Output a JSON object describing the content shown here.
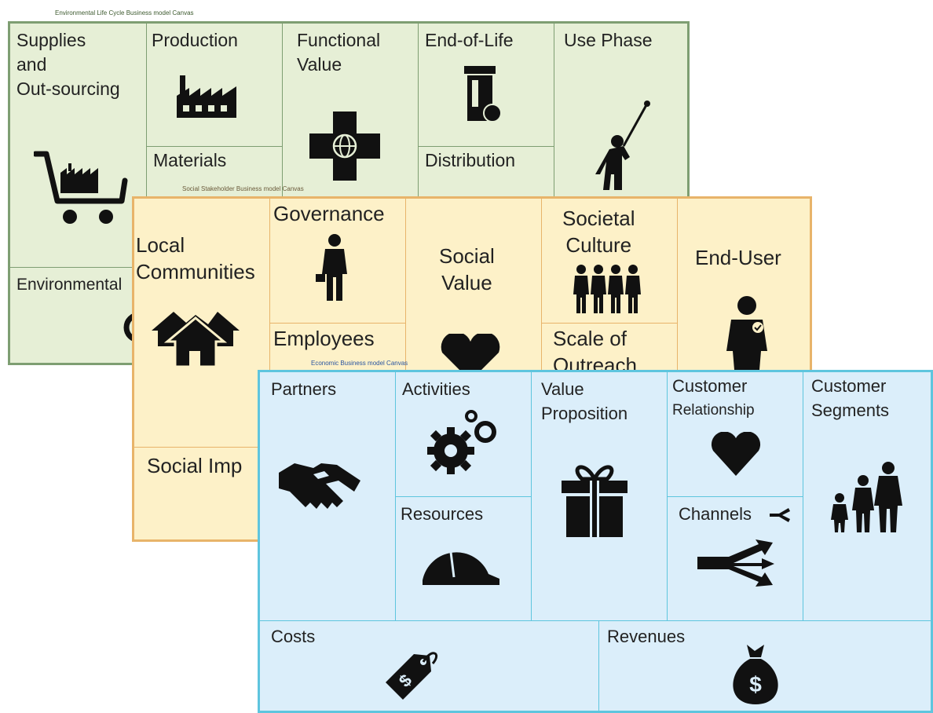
{
  "environmental": {
    "title": "Environmental Life Cycle Business model Canvas",
    "cells": {
      "supplies": {
        "line1": "Supplies",
        "line2": "and",
        "line3": "Out-sourcing"
      },
      "production": "Production",
      "materials": "Materials",
      "functional_value": {
        "line1": "Functional",
        "line2": "Value"
      },
      "end_of_life": "End-of-Life",
      "distribution": "Distribution",
      "use_phase": "Use Phase",
      "environmental": "Environmental"
    }
  },
  "social": {
    "title": "Social Stakeholder Business model Canvas",
    "cells": {
      "local_communities": {
        "line1": "Local",
        "line2": "Communities"
      },
      "governance": "Governance",
      "employees": "Employees",
      "social_value": {
        "line1": "Social",
        "line2": "Value"
      },
      "societal_culture": {
        "line1": "Societal",
        "line2": "Culture"
      },
      "scale_of_outreach": {
        "line1": "Scale of",
        "line2": "Outreach"
      },
      "end_user": "End-User",
      "social_impacts": "Social Imp"
    }
  },
  "economic": {
    "title": "Economic Business model Canvas",
    "cells": {
      "partners": "Partners",
      "activities": "Activities",
      "resources": "Resources",
      "value_proposition": {
        "line1": "Value",
        "line2": "Proposition"
      },
      "customer_relationship": {
        "line1": "Customer",
        "line2": "Relationship"
      },
      "channels": "Channels",
      "customer_segments": {
        "line1": "Customer",
        "line2": "Segments"
      },
      "costs": "Costs",
      "revenues": "Revenues"
    }
  },
  "colors": {
    "environmental_fill": "#e6efd6",
    "environmental_border": "#7e9e72",
    "social_fill": "#fdf1c8",
    "social_border": "#e8b46a",
    "economic_fill": "#dbeefa",
    "economic_border": "#5ec5de",
    "icon": "#111111"
  },
  "icons": {
    "cart": "shopping-cart-factory-icon",
    "factory": "factory-icon",
    "cross": "cross-globe-icon",
    "bin": "waste-bin-icon",
    "user_phase": "person-raising-tool-icon",
    "env": "partial-icon",
    "houses": "houses-icon",
    "businessman": "businessman-icon",
    "heart_social": "heart-icon",
    "group": "group-of-people-icon",
    "end_user": "end-user-person-icon",
    "handshake": "handshake-icon",
    "gears": "gears-icon",
    "hardhat": "hard-hat-icon",
    "gift": "gift-icon",
    "heart": "heart-icon",
    "channels": "channels-arrows-icon",
    "family": "family-icon",
    "tag": "price-tag-icon",
    "moneybag": "money-bag-icon"
  }
}
